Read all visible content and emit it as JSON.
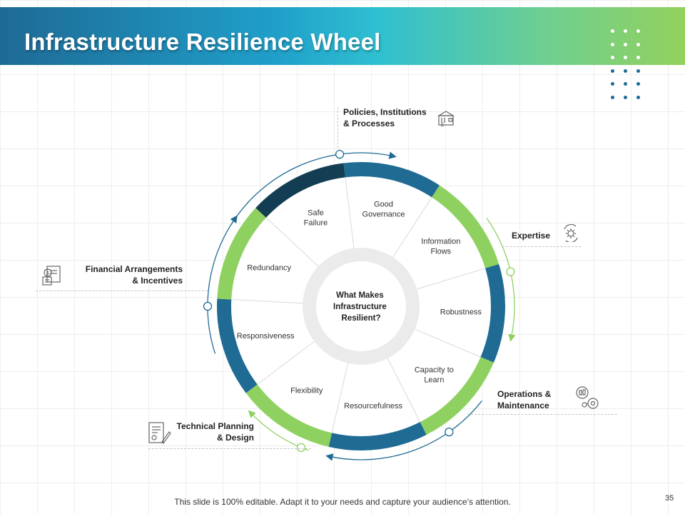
{
  "title": "Infrastructure Resilience Wheel",
  "center_label": [
    "What Makes",
    "Infrastructure",
    "Resilient?"
  ],
  "segments": [
    {
      "label": [
        "Good",
        "Governance"
      ],
      "color": "#1f6b94"
    },
    {
      "label": [
        "Information",
        "Flows"
      ],
      "color": "#8fd160"
    },
    {
      "label": [
        "Robustness"
      ],
      "color": "#1f6b94"
    },
    {
      "label": [
        "Capacity to",
        "Learn"
      ],
      "color": "#8fd160"
    },
    {
      "label": [
        "Resourcefulness"
      ],
      "color": "#1f6b94"
    },
    {
      "label": [
        "Flexibility"
      ],
      "color": "#8fd160"
    },
    {
      "label": [
        "Responsiveness"
      ],
      "color": "#1f6b94"
    },
    {
      "label": [
        "Redundancy"
      ],
      "color": "#8fd160"
    },
    {
      "label": [
        "Safe",
        "Failure"
      ],
      "color": "#123d52"
    }
  ],
  "outer_labels": {
    "policies": {
      "line1": "Policies, Institutions",
      "line2": "& Processes",
      "icon": "government-building-icon"
    },
    "expertise": {
      "line1": "Expertise",
      "icon": "gear-refresh-icon"
    },
    "operations": {
      "line1": "Operations &",
      "line2": "Maintenance",
      "icon": "operations-network-icon"
    },
    "technical": {
      "line1": "Technical Planning",
      "line2": "& Design",
      "icon": "design-document-icon"
    },
    "financial": {
      "line1": "Financial Arrangements",
      "line2": "& Incentives",
      "icon": "finance-calculator-icon"
    }
  },
  "colors": {
    "blue": "#1f6b94",
    "green": "#8fd160",
    "dark": "#123d52",
    "center_ring": "#ebebeb"
  },
  "footer": "This slide is 100% editable. Adapt it to your needs and capture your audience’s attention.",
  "page_number": "35"
}
